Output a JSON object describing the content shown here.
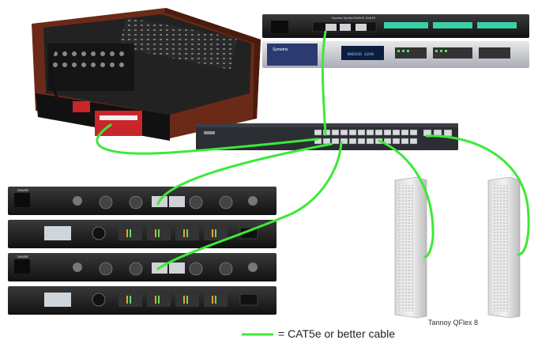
{
  "legend": {
    "text": "= CAT5e or better cable",
    "color": "#3ee83a"
  },
  "speakers": {
    "label": "Tannoy QFlex 8"
  },
  "devices": {
    "processor_top_text": "Symetrix  SymNet RADIUS 12x8 EX",
    "processor_bottom_brand": "Symetrix",
    "processor_display": "RADIUS 12x8",
    "receiver_brand": "SHURE"
  },
  "colors": {
    "cable": "#3ee83a",
    "rack_dark": "#1c1c1c",
    "rack_mid": "#2a2a2a",
    "wood": "#6b2a17"
  }
}
